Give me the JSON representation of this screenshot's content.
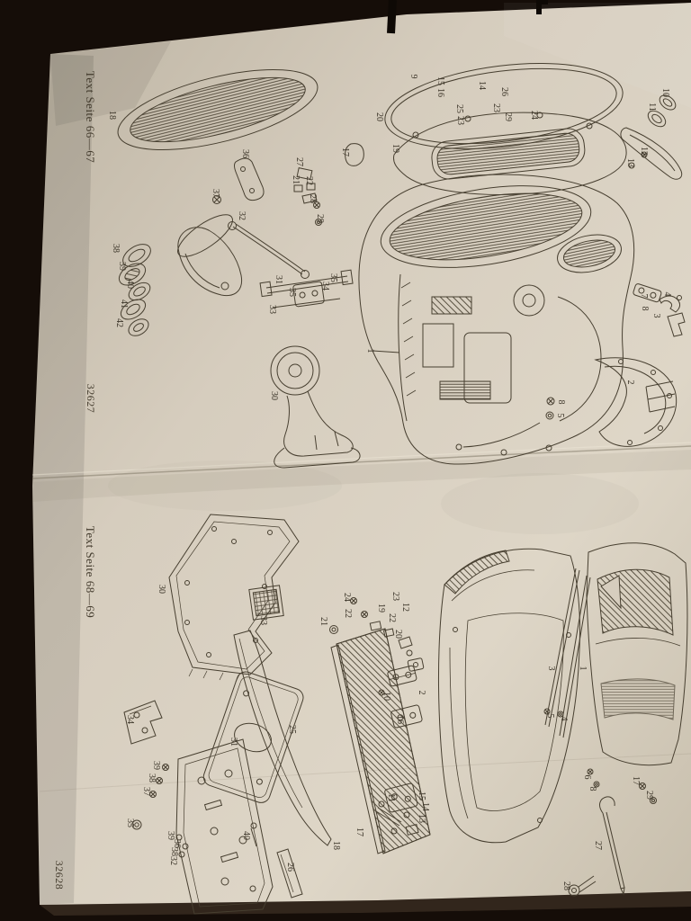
{
  "photo": {
    "background_color": "#150d08",
    "paper_color": "#d6cdbe",
    "ink_color": "#453e2f"
  },
  "top_figure": {
    "margin_text": "Text Seite 66—67",
    "figure_number": "32627",
    "labels": [
      [
        122,
        128,
        "18"
      ],
      [
        457,
        85,
        "9"
      ],
      [
        487,
        90,
        "15"
      ],
      [
        487,
        103,
        "16"
      ],
      [
        533,
        95,
        "14"
      ],
      [
        558,
        102,
        "26"
      ],
      [
        549,
        120,
        "23"
      ],
      [
        562,
        130,
        "29"
      ],
      [
        591,
        128,
        "24"
      ],
      [
        508,
        121,
        "25"
      ],
      [
        509,
        134,
        "23"
      ],
      [
        419,
        130,
        "20"
      ],
      [
        437,
        165,
        "19"
      ],
      [
        381,
        169,
        "17"
      ],
      [
        330,
        180,
        "27"
      ],
      [
        326,
        200,
        "21"
      ],
      [
        341,
        201,
        "22"
      ],
      [
        345,
        221,
        "28"
      ],
      [
        353,
        243,
        "29"
      ],
      [
        737,
        103,
        "10"
      ],
      [
        722,
        119,
        "11"
      ],
      [
        713,
        168,
        "12"
      ],
      [
        698,
        181,
        "13"
      ],
      [
        270,
        171,
        "36"
      ],
      [
        237,
        215,
        "37"
      ],
      [
        266,
        240,
        "32"
      ],
      [
        307,
        311,
        "31"
      ],
      [
        368,
        309,
        "35"
      ],
      [
        359,
        318,
        "34"
      ],
      [
        322,
        325,
        "35"
      ],
      [
        300,
        344,
        "33"
      ],
      [
        126,
        276,
        "38"
      ],
      [
        133,
        296,
        "39"
      ],
      [
        142,
        316,
        "40"
      ],
      [
        135,
        338,
        "41"
      ],
      [
        130,
        359,
        "42"
      ],
      [
        302,
        440,
        "30"
      ],
      [
        409,
        390,
        "1"
      ],
      [
        713,
        329,
        "7"
      ],
      [
        739,
        327,
        "4"
      ],
      [
        727,
        351,
        "3"
      ],
      [
        714,
        343,
        "8"
      ],
      [
        621,
        447,
        "8"
      ],
      [
        620,
        462,
        "5"
      ],
      [
        698,
        425,
        "2"
      ]
    ]
  },
  "bottom_figure": {
    "margin_text": "Text Seite 68—69",
    "figure_number": "32628",
    "labels": [
      [
        177,
        655,
        "30"
      ],
      [
        290,
        690,
        "33"
      ],
      [
        383,
        664,
        "24"
      ],
      [
        384,
        682,
        "22"
      ],
      [
        357,
        691,
        "21"
      ],
      [
        437,
        663,
        "23"
      ],
      [
        448,
        675,
        "12"
      ],
      [
        421,
        676,
        "19"
      ],
      [
        433,
        687,
        "22"
      ],
      [
        440,
        705,
        "20"
      ],
      [
        466,
        770,
        "2"
      ],
      [
        427,
        774,
        "10"
      ],
      [
        442,
        800,
        "16"
      ],
      [
        610,
        743,
        "3"
      ],
      [
        645,
        743,
        "1"
      ],
      [
        609,
        796,
        "5"
      ],
      [
        624,
        799,
        "4"
      ],
      [
        650,
        864,
        "6"
      ],
      [
        656,
        877,
        "8"
      ],
      [
        704,
        868,
        "17"
      ],
      [
        719,
        884,
        "29"
      ],
      [
        466,
        885,
        "15"
      ],
      [
        470,
        897,
        "14"
      ],
      [
        466,
        910,
        "13"
      ],
      [
        432,
        887,
        "11"
      ],
      [
        397,
        925,
        "17"
      ],
      [
        371,
        940,
        "18"
      ],
      [
        322,
        811,
        "25"
      ],
      [
        257,
        825,
        "31"
      ],
      [
        142,
        800,
        "34"
      ],
      [
        171,
        851,
        "39"
      ],
      [
        166,
        865,
        "38"
      ],
      [
        160,
        880,
        "37"
      ],
      [
        142,
        915,
        "35"
      ],
      [
        187,
        929,
        "39"
      ],
      [
        194,
        938,
        "36"
      ],
      [
        191,
        947,
        "38"
      ],
      [
        190,
        957,
        "32"
      ],
      [
        271,
        929,
        "40"
      ],
      [
        320,
        964,
        "26"
      ],
      [
        662,
        940,
        "27"
      ],
      [
        627,
        985,
        "28"
      ]
    ]
  }
}
